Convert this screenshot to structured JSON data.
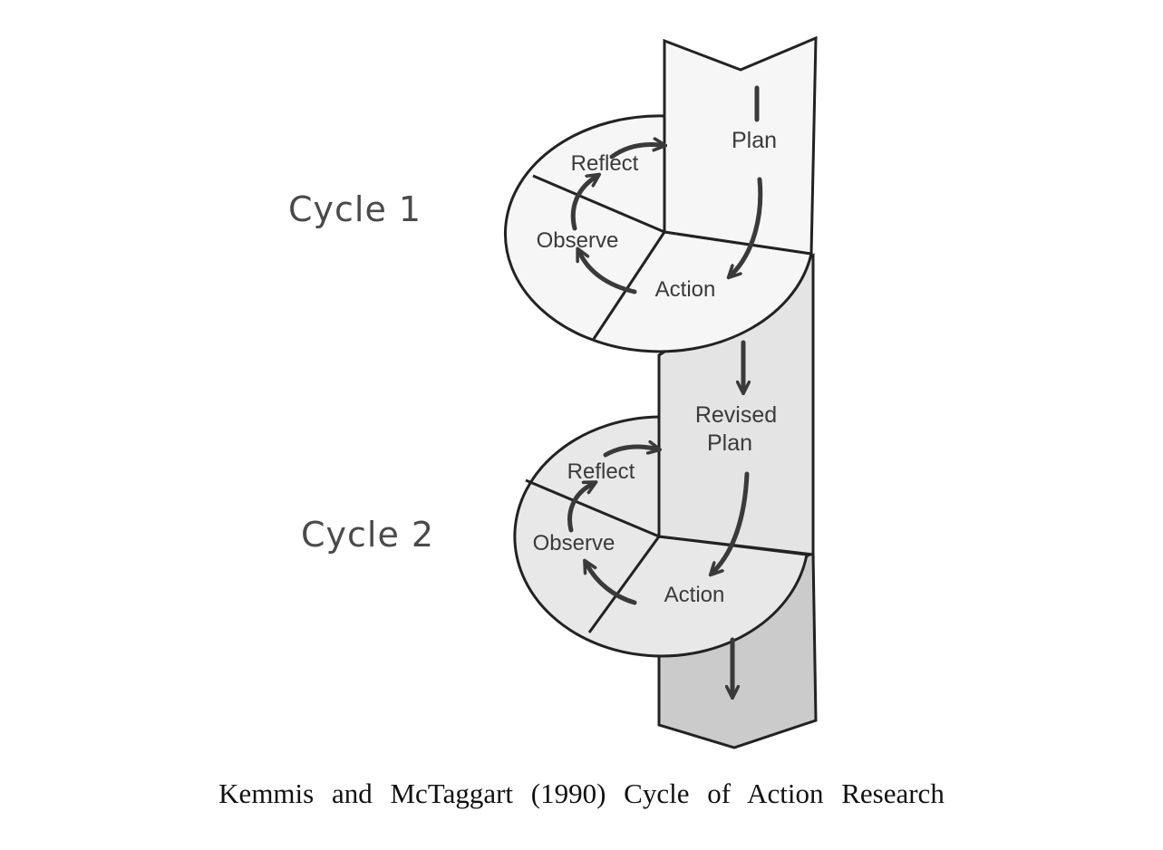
{
  "diagram": {
    "cycle1": {
      "label": "Cycle 1",
      "plan": "Plan",
      "reflect": "Reflect",
      "observe": "Observe",
      "action": "Action"
    },
    "cycle2": {
      "label": "Cycle 2",
      "plan_line1": "Revised",
      "plan_line2": "Plan",
      "reflect": "Reflect",
      "observe": "Observe",
      "action": "Action"
    }
  },
  "caption": "Kemmis and McTaggart (1990) Cycle of Action Research",
  "colors": {
    "top_panel": "#f6f6f6",
    "mid_panel": "#e4e4e4",
    "bottom_panel": "#cbcbcb",
    "lines": "#222222"
  }
}
